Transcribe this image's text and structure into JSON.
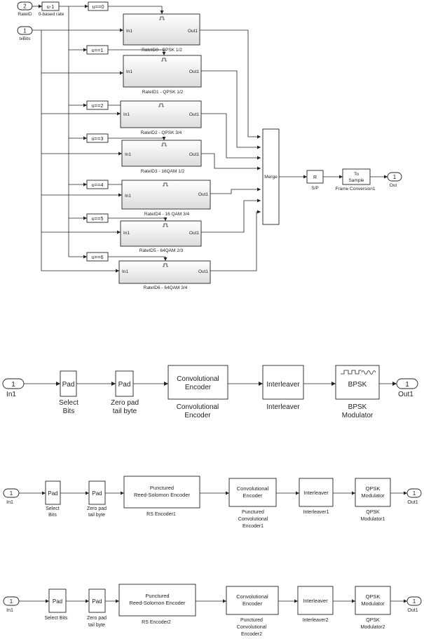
{
  "top": {
    "in_rateid": {
      "num": "2",
      "label": "RateID"
    },
    "in_txbits": {
      "num": "1",
      "label": "txBits"
    },
    "bias": {
      "expr": "u-1",
      "label": "0-based rate"
    },
    "compares": [
      "u==0",
      "u==1",
      "u==2",
      "u==3",
      "u==4",
      "u==5",
      "u==6"
    ],
    "subsystem_port_in": "In1",
    "subsystem_port_out": "Out1",
    "subsystems": [
      "RateID0 - BPSK 1/2",
      "RateID1 - QPSK 1/2",
      "RateID2 - QPSK 3/4",
      "RateID3 - 16QAM 1/2",
      "RateID4 - 16 QAM 3/4",
      "RateID5 - 64QAM 2/3",
      "RateID6 - 64QAM 3/4"
    ],
    "merge": "Merge",
    "sp": {
      "text": "R",
      "label": "S/P"
    },
    "frame": {
      "line1": "To",
      "line2": "Sample",
      "label": "Frame Conversion1"
    },
    "out": {
      "num": "1",
      "label": "Out"
    }
  },
  "bpsk": {
    "in": {
      "num": "1",
      "label": "In1"
    },
    "pad1": {
      "text": "Pad",
      "label1": "Select",
      "label2": "Bits"
    },
    "pad2": {
      "text": "Pad",
      "label1": "Zero pad",
      "label2": "tail byte"
    },
    "conv": {
      "line1": "Convolutional",
      "line2": "Encoder",
      "label1": "Convolutional",
      "label2": "Encoder"
    },
    "inter": {
      "text": "Interleaver",
      "label": "Interleaver"
    },
    "mod": {
      "text": "BPSK",
      "label1": "BPSK",
      "label2": "Modulator"
    },
    "out": {
      "num": "1",
      "label": "Out1"
    }
  },
  "qpsk1": {
    "in": {
      "num": "1",
      "label": "In1"
    },
    "pad1": {
      "text": "Pad",
      "label1": "Select",
      "label2": "Bits"
    },
    "pad2": {
      "text": "Pad",
      "label1": "Zero pad",
      "label2": "tail byte"
    },
    "rs": {
      "line1": "Punctured",
      "line2": "Reed-Solomon Encoder",
      "label": "RS Encoder1"
    },
    "conv": {
      "line1": "Convolutional",
      "line2": "Encoder",
      "label1": "Punctured",
      "label2": "Convolutional",
      "label3": "Encoder1"
    },
    "inter": {
      "text": "Interleaver",
      "label": "Interleaver1"
    },
    "mod": {
      "line1": "QPSK",
      "line2": "Modulator",
      "label1": "QPSK",
      "label2": "Modulator1"
    },
    "out": {
      "num": "1",
      "label": "Out1"
    }
  },
  "qpsk2": {
    "in": {
      "num": "1",
      "label": "In1"
    },
    "pad1": {
      "text": "Pad",
      "label": "Select Bits"
    },
    "pad2": {
      "text": "Pad",
      "label1": "Zero pad",
      "label2": "tail byte"
    },
    "rs": {
      "line1": "Punctured",
      "line2": "Reed-Solomon Encoder",
      "label": "RS Encoder2"
    },
    "conv": {
      "line1": "Convolutional",
      "line2": "Encoder",
      "label1": "Punctured",
      "label2": "Convolutional",
      "label3": "Encoder2"
    },
    "inter": {
      "text": "Interleaver",
      "label": "Interleaver2"
    },
    "mod": {
      "line1": "QPSK",
      "line2": "Modulator",
      "label1": "QPSK",
      "label2": "Modulator2"
    },
    "out": {
      "num": "1",
      "label": "Out1"
    }
  }
}
